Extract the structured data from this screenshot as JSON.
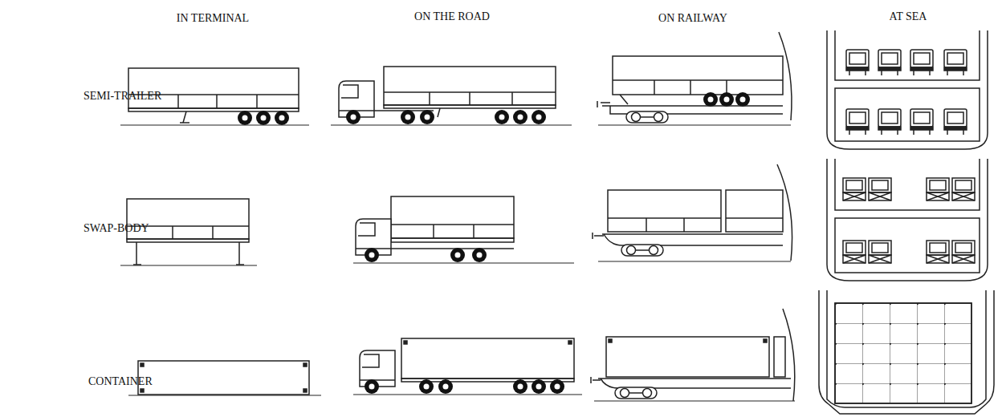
{
  "diagram": {
    "labels": [
      "IN TERMINAL",
      "ON THE ROAD",
      "ON RAILWAY",
      "AT SEA",
      "SEMI-TRAILER",
      "SWAP-BODY",
      "CONTAINER"
    ]
  }
}
